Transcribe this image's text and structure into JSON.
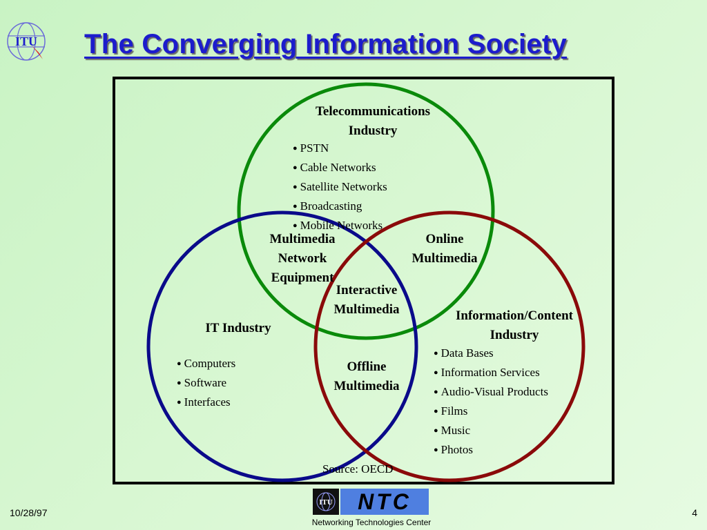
{
  "header": {
    "title": "The Converging Information Society",
    "logo_text": "ITU"
  },
  "diagram": {
    "telecom": {
      "title_line1": "Telecommunications",
      "title_line2": "Industry",
      "items": [
        "PSTN",
        "Cable Networks",
        "Satellite Networks",
        "Broadcasting",
        "Mobile Networks"
      ],
      "color": "#0a8a0a"
    },
    "it": {
      "title": "IT Industry",
      "items": [
        "Computers",
        "Software",
        "Interfaces"
      ],
      "color": "#0a0a8a"
    },
    "content": {
      "title_line1": "Information/Content",
      "title_line2": "Industry",
      "items": [
        "Data Bases",
        "Information Services",
        "Audio-Visual Products",
        "Films",
        "Music",
        "Photos"
      ],
      "color": "#8a0a0a"
    },
    "overlaps": {
      "multimedia_network": [
        "Multimedia",
        "Network",
        "Equipment"
      ],
      "online": [
        "Online",
        "Multimedia"
      ],
      "offline": [
        "Offline",
        "Multimedia"
      ],
      "interactive": [
        "Interactive",
        "Multimedia"
      ]
    },
    "source": "Source: OECD"
  },
  "footer": {
    "date": "10/28/97",
    "page": "4",
    "ntc_logo_text": "NTC",
    "ntc_caption": "Networking Technologies Center"
  }
}
